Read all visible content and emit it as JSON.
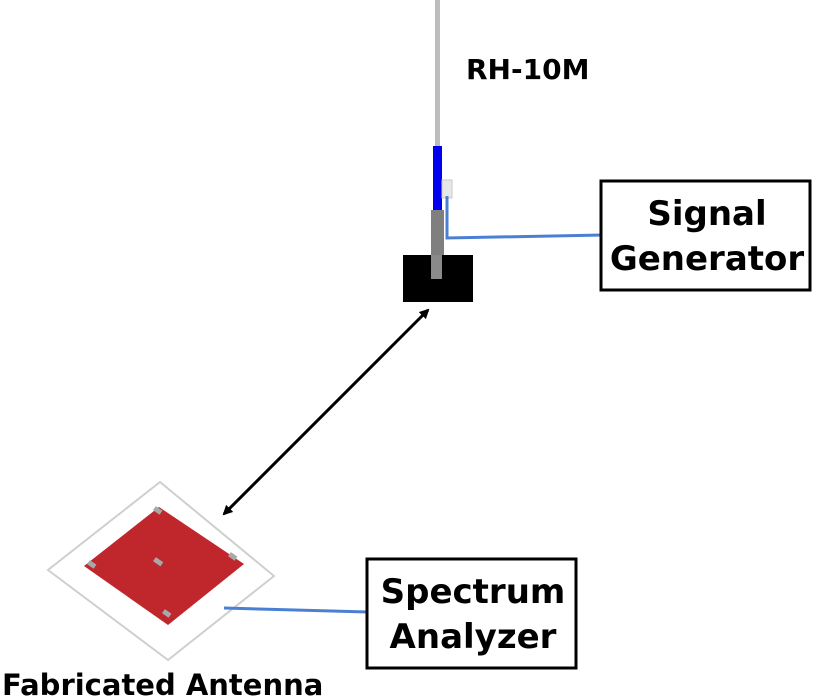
{
  "antenna_label": "RH-10M",
  "signal_generator": {
    "line1": "Signal",
    "line2": "Generator"
  },
  "spectrum_analyzer": {
    "line1": "Spectrum",
    "line2": "Analyzer"
  },
  "fabricated_antenna_label": "Fabricated Antenna",
  "colors": {
    "patch": "#c0272d",
    "cable": "#4a7fd4",
    "antenna_feed": "#0000ee",
    "mast": "#bdbdbd",
    "mount": "#000000"
  }
}
